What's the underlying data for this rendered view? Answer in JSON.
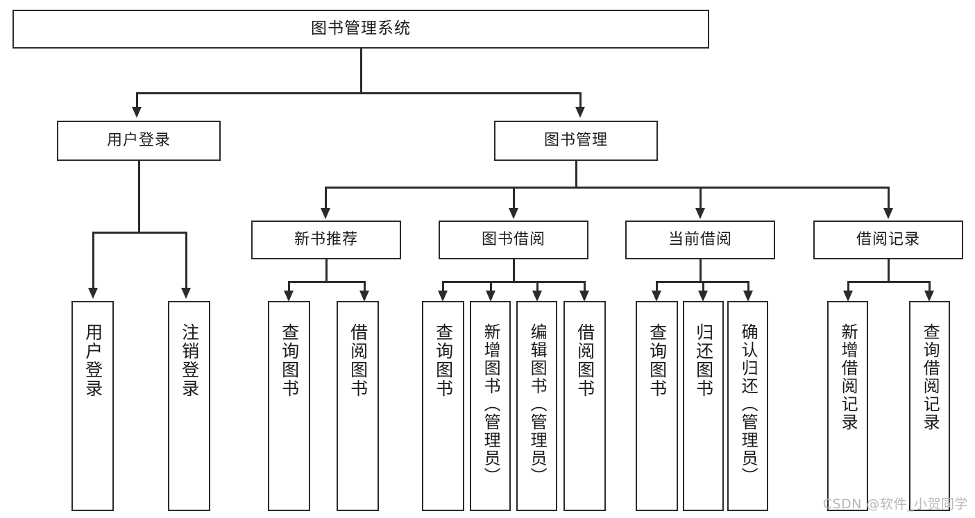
{
  "diagram": {
    "type": "tree",
    "title": "图书管理系统",
    "root": {
      "id": "root",
      "label": "图书管理系统"
    },
    "level2": [
      {
        "id": "user-login",
        "label": "用户登录"
      },
      {
        "id": "book-manage",
        "label": "图书管理"
      }
    ],
    "level3": [
      {
        "id": "new-book-rec",
        "label": "新书推荐"
      },
      {
        "id": "book-borrow",
        "label": "图书借阅"
      },
      {
        "id": "current-borrow",
        "label": "当前借阅"
      },
      {
        "id": "borrow-record",
        "label": "借阅记录"
      }
    ],
    "leaves": {
      "user_login": [
        {
          "id": "leaf-user-login",
          "label": "用户登录"
        },
        {
          "id": "leaf-user-logout",
          "label": "注销登录"
        }
      ],
      "new_book_rec": [
        {
          "id": "leaf-query-book-1",
          "label": "查询图书"
        },
        {
          "id": "leaf-borrow-book-1",
          "label": "借阅图书"
        }
      ],
      "book_borrow": [
        {
          "id": "leaf-query-book-2",
          "label": "查询图书"
        },
        {
          "id": "leaf-add-book",
          "label": "新增图书（管理员）"
        },
        {
          "id": "leaf-edit-book",
          "label": "编辑图书（管理员）"
        },
        {
          "id": "leaf-borrow-book-2",
          "label": "借阅图书"
        }
      ],
      "current_borrow": [
        {
          "id": "leaf-query-book-3",
          "label": "查询图书"
        },
        {
          "id": "leaf-return-book",
          "label": "归还图书"
        },
        {
          "id": "leaf-confirm-return",
          "label": "确认归还（管理员）"
        }
      ],
      "borrow_record": [
        {
          "id": "leaf-add-record",
          "label": "新增借阅记录"
        },
        {
          "id": "leaf-query-record",
          "label": "查询借阅记录"
        }
      ]
    },
    "colors": {
      "stroke": "#2b2b2b",
      "fill": "#ffffff",
      "text": "#1a1a1a",
      "watermark": "#b9b9b9"
    }
  },
  "watermark": {
    "text": "CSDN @软件_小贺同学"
  }
}
